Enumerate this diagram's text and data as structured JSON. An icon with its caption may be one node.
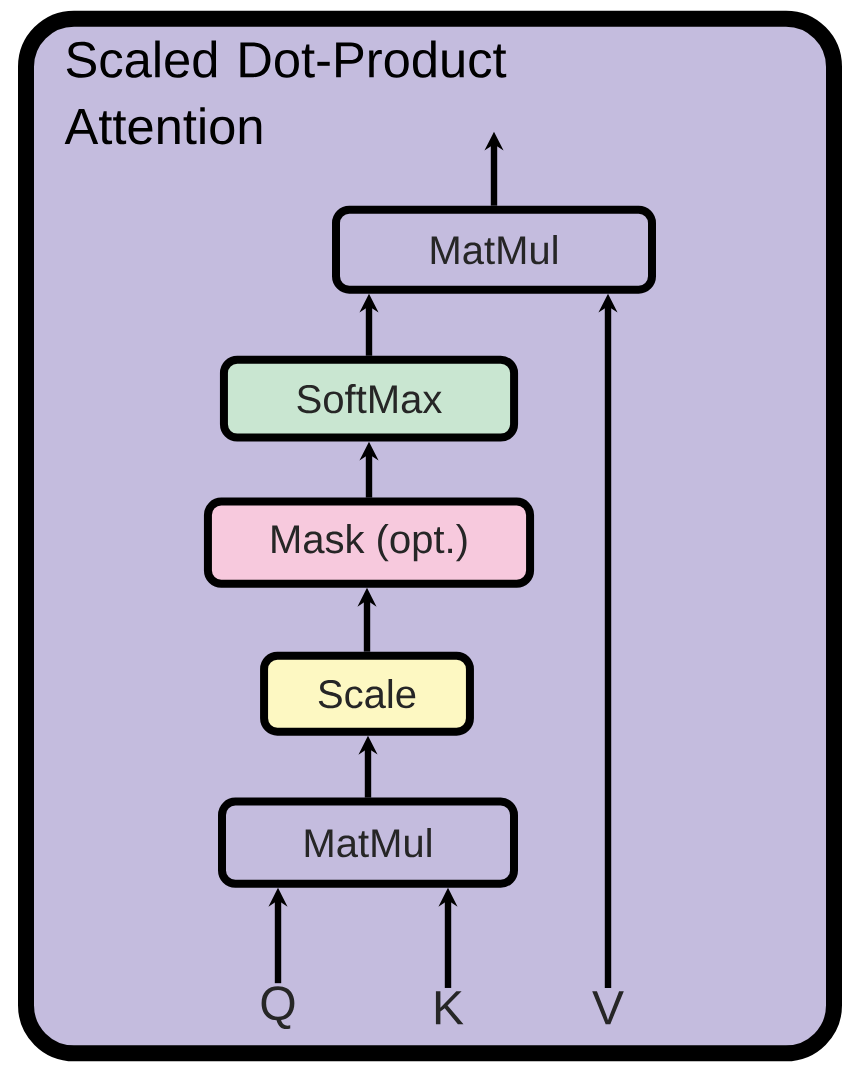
{
  "diagram": {
    "nodes": [
      {
        "text": [
          "Scaled Dot-Product Attention"
        ]
      },
      {
        "text": [
          "MatMul"
        ],
        "in": 0
      },
      {
        "text": [
          "SoftMax"
        ],
        "in": 0
      },
      {
        "text": [
          "Mask (opt.)"
        ],
        "in": 0
      },
      {
        "text": [
          "Scale"
        ],
        "in": 0
      },
      {
        "text": [
          "MatMul"
        ],
        "in": 0
      },
      {
        "text": [
          "Q"
        ],
        "in": 0
      },
      {
        "text": [
          "K"
        ],
        "in": 0
      },
      {
        "text": [
          "V"
        ],
        "in": 0
      }
    ],
    "edges": [
      {
        "from": 1,
        "to": null,
        "arrow": "to"
      },
      {
        "from": 2,
        "to": 1,
        "arrow": "to"
      },
      {
        "from": 3,
        "to": 2,
        "arrow": "to"
      },
      {
        "from": 4,
        "to": 3,
        "arrow": "to"
      },
      {
        "from": 5,
        "to": 4,
        "arrow": "to"
      },
      {
        "from": 6,
        "to": 5,
        "arrow": "to"
      },
      {
        "from": 7,
        "to": 5,
        "arrow": "to"
      },
      {
        "from": 8,
        "to": 1,
        "arrow": "to"
      }
    ]
  }
}
